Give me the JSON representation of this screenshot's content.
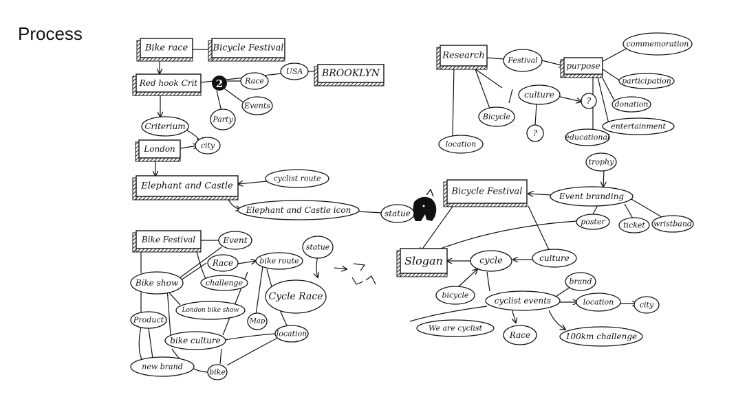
{
  "page": {
    "heading": "Process"
  },
  "mindmap": {
    "nodes": {
      "bike_race": "Bike race",
      "bicycle_festival_top": "Bicycle Festival",
      "red_hook_crit": "Red hook Crit",
      "usa": "USA",
      "brooklyn": "BROOKLYN",
      "race_small": "Race",
      "events": "Events",
      "party": "Party",
      "criterium": "Criterium",
      "city_left": "city",
      "london": "London",
      "elephant_castle": "Elephant and Castle",
      "cyclist_route": "cyclist route",
      "ec_icon": "Elephant and Castle icon",
      "statue_mid": "statue",
      "research": "Research",
      "festival": "Festival",
      "purpose": "purpose",
      "commemoration": "commemoration",
      "participation": "participation",
      "culture_top": "culture",
      "q1": "?",
      "donation": "donation",
      "entertainment": "entertainment",
      "bicycle_r": "Bicycle",
      "q2": "?",
      "educational": "educational",
      "location_top": "location",
      "trophy": "trophy",
      "bicycle_festival_mid": "Bicycle Festival",
      "event_branding": "Event branding",
      "poster": "poster",
      "ticket": "ticket",
      "wristband": "wristband",
      "bike_festival_bl": "Bike Festival",
      "event": "Event",
      "race_bl": "Race",
      "bike_route": "bike route",
      "statue_bl": "statue",
      "bike_show": "Bike show",
      "challenge": "challenge",
      "london_bike_show": "London bike show",
      "cycle_race": "Cycle Race",
      "product": "Product",
      "map": "Map",
      "bike_culture": "bike culture",
      "location_bl": "location",
      "new_brand": "new brand",
      "bike": "bike",
      "slogan": "Slogan",
      "cycle": "cycle",
      "culture_br": "culture",
      "bicycle_br": "bicycle",
      "cyclist_events": "cyclist events",
      "brand": "brand",
      "location_br": "location",
      "city_br": "city",
      "we_are_cyclist": "We are cyclist",
      "race_br": "Race",
      "challenge_100km": "100km challenge"
    }
  },
  "colors": {
    "ink": "#111111",
    "box_shadow": "#333333",
    "background": "#ffffff"
  }
}
